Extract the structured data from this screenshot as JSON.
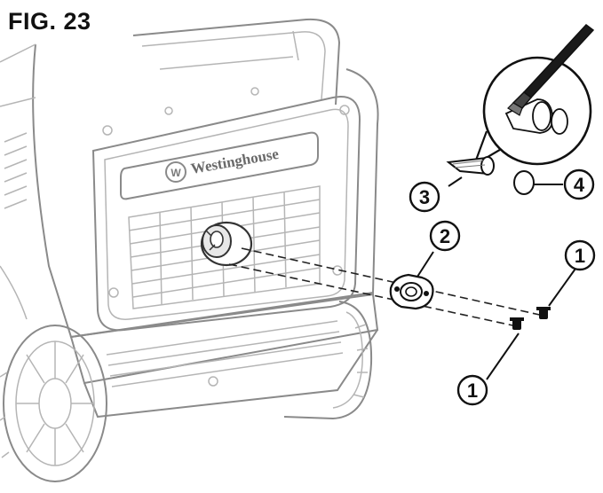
{
  "figure": {
    "title": "FIG. 23",
    "brand": "Westinghouse"
  },
  "callouts": [
    {
      "id": "screw-upper",
      "number": "1"
    },
    {
      "id": "screw-lower",
      "number": "1"
    },
    {
      "id": "spark-arrestor-cover",
      "number": "2"
    },
    {
      "id": "spark-arrestor-screen",
      "number": "3"
    },
    {
      "id": "ring",
      "number": "4"
    }
  ]
}
